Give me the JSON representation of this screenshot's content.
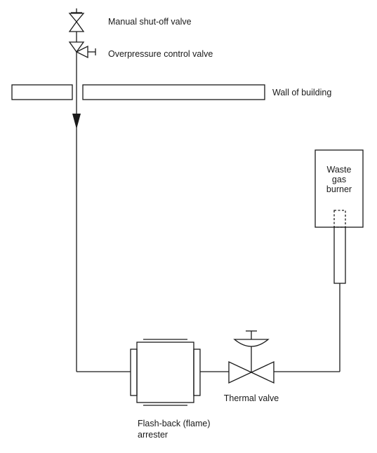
{
  "labels": {
    "manual_valve": "Manual shut-off valve",
    "overpressure_valve": "Overpressure control valve",
    "wall": "Wall of building",
    "burner_line1": "Waste",
    "burner_line2": "gas",
    "burner_line3": "burner",
    "thermal_valve": "Thermal valve",
    "arrester_line1": "Flash-back (flame)",
    "arrester_line2": "arrester"
  },
  "colors": {
    "line": "#1a1a1a",
    "background": "#ffffff"
  }
}
